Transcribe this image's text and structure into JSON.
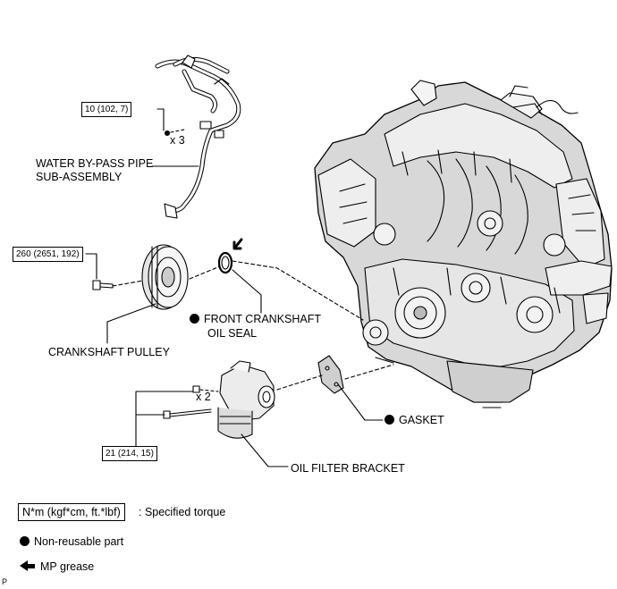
{
  "labels": {
    "water_bypass_pipe_line1": "WATER BY-PASS PIPE",
    "water_bypass_pipe_line2": "SUB-ASSEMBLY",
    "front_crankshaft_oil_seal_line1": "FRONT CRANKSHAFT",
    "front_crankshaft_oil_seal_line2": "OIL SEAL",
    "crankshaft_pulley": "CRANKSHAFT PULLEY",
    "gasket": "GASKET",
    "oil_filter_bracket": "OIL FILTER BRACKET"
  },
  "torques": {
    "pipe_bolts": "10 (102, 7)",
    "pulley_bolt": "260 (2651, 192)",
    "bracket_bolts": "21 (214, 15)"
  },
  "quantities": {
    "pipe_bolts": "x 3",
    "bracket_nuts": "x 2"
  },
  "legend": {
    "torque_unit_box": "N*m (kgf*cm, ft.*lbf)",
    "torque_desc": ": Specified torque",
    "non_reusable": "Non-reusable part",
    "mp_grease": "MP grease"
  },
  "corner_mark": "P",
  "colors": {
    "ink": "#000000",
    "background": "#ffffff",
    "engine_shade": "#d8d8d8"
  }
}
